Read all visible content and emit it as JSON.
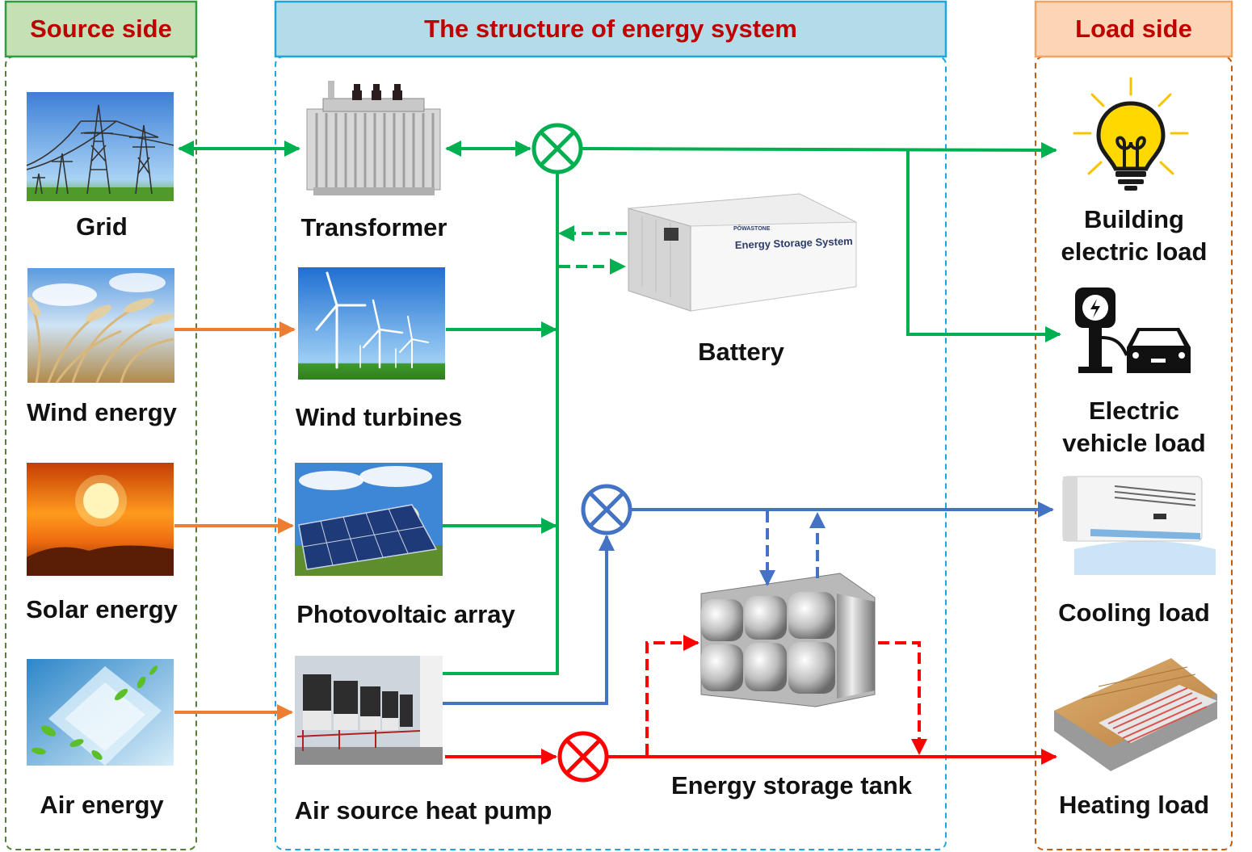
{
  "headers": {
    "source": "Source side",
    "structure": "The structure of energy system",
    "load": "Load side"
  },
  "sources": {
    "grid": "Grid",
    "wind": "Wind energy",
    "solar": "Solar energy",
    "air": "Air energy"
  },
  "devices": {
    "transformer": "Transformer",
    "wind_turbines": "Wind turbines",
    "pv_array": "Photovoltaic array",
    "heat_pump": "Air source heat pump",
    "battery": "Battery",
    "storage_tank": "Energy storage tank",
    "battery_brand": "PŌWASTONE",
    "battery_panel": "Energy Storage System"
  },
  "loads": {
    "building_1": "Building",
    "building_2": "electric load",
    "ev_1": "Electric",
    "ev_2": "vehicle load",
    "cooling": "Cooling load",
    "heating": "Heating load"
  },
  "colors": {
    "electric": "#00b050",
    "source_flow": "#ed7d31",
    "cooling": "#4472c4",
    "heating": "#ff0000",
    "header_text": "#c00000",
    "source_box": "#548235",
    "structure_box": "#1ea7dc",
    "load_box": "#c55a11"
  }
}
